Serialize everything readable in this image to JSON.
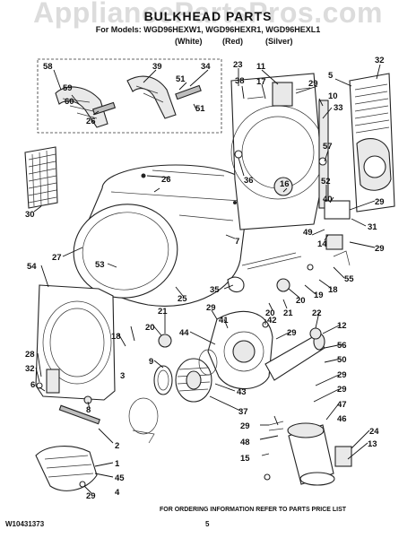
{
  "watermark": "AppliancePartsPros.com",
  "header": {
    "title": "BULKHEAD PARTS",
    "models": "For Models: WGD96HEXW1, WGD96HEXR1, WGD96HEXL1",
    "colors": [
      "(White)",
      "(Red)",
      "(Silver)"
    ]
  },
  "footer": {
    "doc_number": "W10431373",
    "page_number": "5",
    "notice": "FOR ORDERING INFORMATION REFER TO PARTS PRICE LIST"
  },
  "callouts": {
    "c58": "58",
    "c39": "39",
    "c34": "34",
    "c23": "23",
    "c11": "11",
    "c5": "5",
    "c32a": "32",
    "c59": "59",
    "c51a": "51",
    "c38": "38",
    "c29a": "29",
    "c60": "60",
    "c17": "17",
    "c10": "10",
    "c26a": "26",
    "c51b": "51",
    "c33": "33",
    "c57": "57",
    "c36": "36",
    "c52": "52",
    "c26b": "26",
    "c30": "30",
    "c40": "40",
    "c29b": "29",
    "c16": "16",
    "c7": "7",
    "c31": "31",
    "c49": "49",
    "c14": "14",
    "c29c": "29",
    "c27": "27",
    "c54": "54",
    "c53": "53",
    "c55": "55",
    "c18a": "18",
    "c19": "19",
    "c20a": "20",
    "c25": "25",
    "c35": "35",
    "c21a": "21",
    "c20b": "20",
    "c29d": "29",
    "c41": "41",
    "c42": "42",
    "c22": "22",
    "c12": "12",
    "c21b": "21",
    "c20c": "20",
    "c18b": "18",
    "c44": "44",
    "c29e": "29",
    "c28": "28",
    "c56": "56",
    "c32b": "32",
    "c6": "6",
    "c29f": "29",
    "c3": "3",
    "c9": "9",
    "c43": "43",
    "c8": "8",
    "c50": "50",
    "c29g": "29",
    "c47": "47",
    "c46": "46",
    "c37": "37",
    "c29h": "29",
    "c2": "2",
    "c48": "48",
    "c24": "24",
    "c1": "1",
    "c13": "13",
    "c45": "45",
    "c15": "15",
    "c4": "4",
    "c29i": "29"
  }
}
